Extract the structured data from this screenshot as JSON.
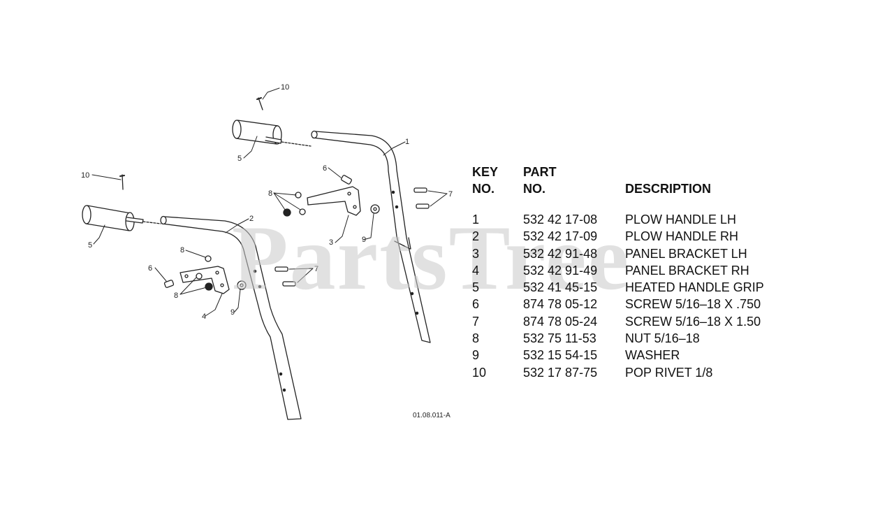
{
  "watermark": "PartsTree",
  "diagram": {
    "code": "01.08.011-A",
    "callouts": [
      {
        "id": "c10a",
        "text": "10"
      },
      {
        "id": "c5a",
        "text": "5"
      },
      {
        "id": "c1",
        "text": "1"
      },
      {
        "id": "c6a",
        "text": "6"
      },
      {
        "id": "c8a",
        "text": "8"
      },
      {
        "id": "c7a",
        "text": "7"
      },
      {
        "id": "c3",
        "text": "3"
      },
      {
        "id": "c9a",
        "text": "9"
      },
      {
        "id": "c10b",
        "text": "10"
      },
      {
        "id": "c5b",
        "text": "5"
      },
      {
        "id": "c2",
        "text": "2"
      },
      {
        "id": "c8b",
        "text": "8"
      },
      {
        "id": "c6b",
        "text": "6"
      },
      {
        "id": "c8c",
        "text": "8"
      },
      {
        "id": "c4",
        "text": "4"
      },
      {
        "id": "c9b",
        "text": "9"
      },
      {
        "id": "c7b",
        "text": "7"
      }
    ]
  },
  "table": {
    "headers": {
      "key_line1": "KEY",
      "key_line2": "NO.",
      "part_line1": "PART",
      "part_line2": "NO.",
      "description": "DESCRIPTION"
    },
    "rows": [
      {
        "key": "1",
        "part": "532 42 17-08",
        "description": "PLOW HANDLE LH"
      },
      {
        "key": "2",
        "part": "532 42 17-09",
        "description": "PLOW HANDLE RH"
      },
      {
        "key": "3",
        "part": "532 42 91-48",
        "description": "PANEL BRACKET LH"
      },
      {
        "key": "4",
        "part": "532 42 91-49",
        "description": "PANEL BRACKET RH"
      },
      {
        "key": "5",
        "part": "532 41 45-15",
        "description": "HEATED HANDLE GRIP"
      },
      {
        "key": "6",
        "part": "874 78 05-12",
        "description": "SCREW 5/16–18 X .750"
      },
      {
        "key": "7",
        "part": "874 78 05-24",
        "description": "SCREW 5/16–18 X 1.50"
      },
      {
        "key": "8",
        "part": "532 75 11-53",
        "description": "NUT 5/16–18"
      },
      {
        "key": "9",
        "part": "532 15 54-15",
        "description": "WASHER"
      },
      {
        "key": "10",
        "part": "532 17 87-75",
        "description": "POP RIVET 1/8"
      }
    ]
  }
}
